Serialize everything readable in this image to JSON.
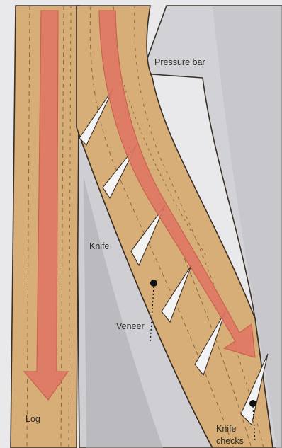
{
  "labels": {
    "pressure_bar": "Pressure bar",
    "knife": "Knife",
    "veneer": "Veneer",
    "log": "Log",
    "knife_checks_line1": "Knife",
    "knife_checks_line2": "checks"
  },
  "colors": {
    "background": "#e9e9ec",
    "wood": "#d7ad78",
    "wood_dark": "#b98852",
    "arrow": "#e07764",
    "arrow_stroke": "#c85c4a",
    "pressure_bar": "#d2d2d6",
    "knife": "#cfcfd3",
    "knife_shadow": "#a9a9ae",
    "outline": "#3a3026"
  },
  "icons": {
    "log_arrow": "arrow-down-icon",
    "veneer_arrow": "arrow-diagonal-icon"
  }
}
